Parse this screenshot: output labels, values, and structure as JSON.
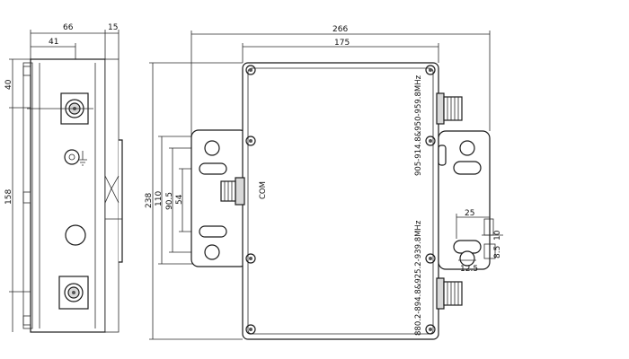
{
  "drawing": {
    "left_view": {
      "dim_66": "66",
      "dim_15": "15",
      "dim_41": "41",
      "dim_40": "40",
      "dim_158": "158"
    },
    "front_view": {
      "dim_266": "266",
      "dim_175": "175",
      "dim_238": "238",
      "dim_110": "110",
      "dim_90_5": "90.5",
      "dim_54": "54",
      "dim_25": "25",
      "dim_10": "10",
      "dim_8_5": "8.5",
      "dim_12_5": "12.5",
      "port_label_top": "905-914.8&950-959.8MHz",
      "port_label_com": "COM",
      "port_label_bottom": "880.2-894.8&925.2-939.8MHz"
    }
  }
}
